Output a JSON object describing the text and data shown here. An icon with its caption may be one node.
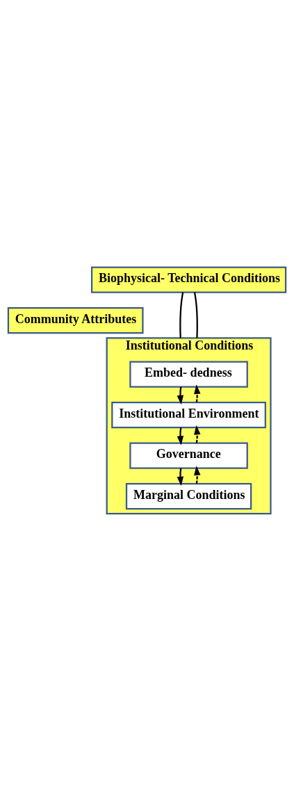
{
  "diagram": {
    "nodes": [
      {
        "text": [
          "Biophysical- Technical Conditions"
        ]
      },
      {
        "text": [
          "Community Attributes"
        ]
      },
      {
        "text": [
          "Institutional Conditions"
        ]
      },
      {
        "text": [
          "Embed- dedness"
        ],
        "in": 2
      },
      {
        "text": [
          "Institutional Environment"
        ],
        "in": 2
      },
      {
        "text": [
          "Governance"
        ],
        "in": 2
      },
      {
        "text": [
          "Marginal Conditions"
        ],
        "in": 2
      }
    ],
    "edges": [
      {
        "from": 0,
        "to": 2,
        "arrow": "none"
      },
      {
        "from": 0,
        "to": 2,
        "arrow": "none"
      },
      {
        "from": 4,
        "to": 3,
        "arrow": "to",
        "style": "dashed"
      },
      {
        "from": 3,
        "to": 4,
        "arrow": "to"
      },
      {
        "from": 5,
        "to": 4,
        "arrow": "to",
        "style": "dashed"
      },
      {
        "from": 4,
        "to": 5,
        "arrow": "to"
      },
      {
        "from": 6,
        "to": 5,
        "arrow": "to",
        "style": "dashed"
      },
      {
        "from": 5,
        "to": 6,
        "arrow": "to"
      }
    ]
  }
}
